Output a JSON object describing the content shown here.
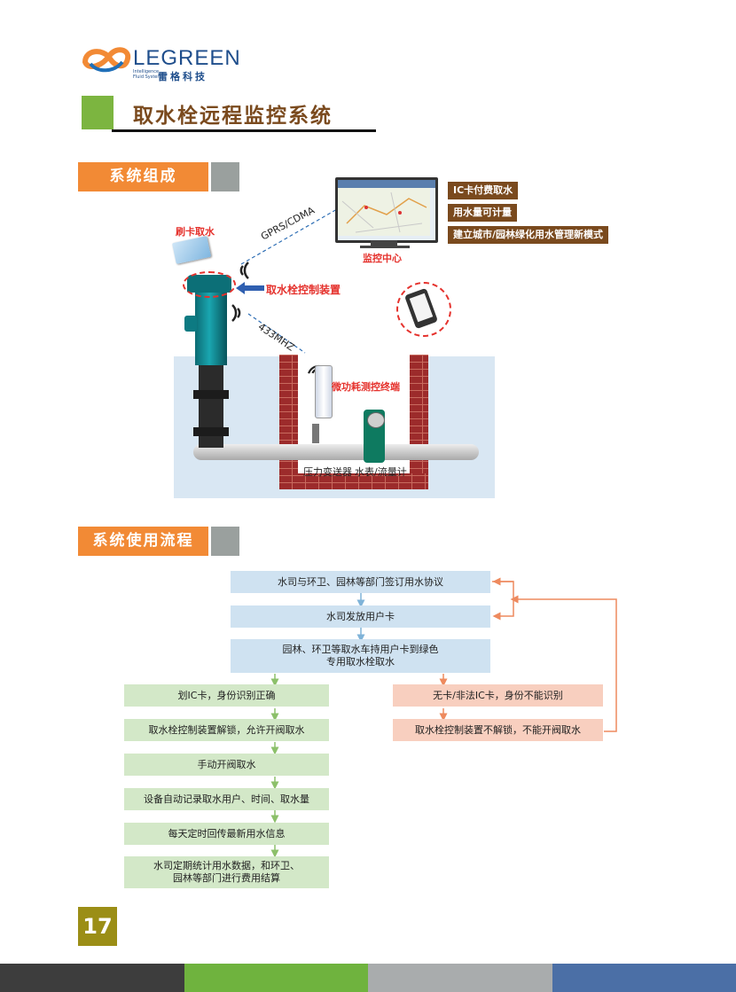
{
  "brand": {
    "name": "LEGREEN",
    "sub": "Intelligence Fluid System",
    "cn": "雷格科技"
  },
  "title": "取水栓远程监控系统",
  "sections": {
    "composition": "系统组成",
    "process": "系统使用流程"
  },
  "diagram": {
    "card_label": "刷卡取水",
    "gprs": "GPRS/CDMA",
    "mhz": "433MHZ",
    "device_label": "取水栓控制装置",
    "monitor_label": "监控中心",
    "terminal_label": "微功耗测控终端",
    "pressure_label": "压力变送器",
    "meter_label": "水表/流量计",
    "features": [
      "IC卡付费取水",
      "用水量可计量",
      "建立城市/园林绿化用水管理新模式"
    ]
  },
  "flow": {
    "top": [
      "水司与环卫、园林等部门签订用水协议",
      "水司发放用户卡",
      "园林、环卫等取水车持用户卡到绿色专用取水栓取水"
    ],
    "top3_lines": [
      "园林、环卫等取水车持用户卡到绿色",
      "专用取水栓取水"
    ],
    "left": [
      "划IC卡，身份识别正确",
      "取水栓控制装置解锁，允许开阀取水",
      "手动开阀取水",
      "设备自动记录取水用户、时间、取水量",
      "每天定时回传最新用水信息"
    ],
    "left_last_lines": [
      "水司定期统计用水数据，和环卫、",
      "园林等部门进行费用结算"
    ],
    "right": [
      "无卡/非法IC卡，身份不能识别",
      "取水栓控制装置不解锁，不能开阀取水"
    ]
  },
  "page_number": "17",
  "colors": {
    "orange": "#f28a35",
    "green": "#7cb540",
    "brown": "#7a4a1e",
    "blue_box": "#cfe2f1",
    "green_box": "#d3e8c8",
    "orange_box": "#f8cfbf",
    "footer": [
      "#3d3d3d",
      "#6fb33e",
      "#a9acad",
      "#4b6fa6"
    ]
  }
}
